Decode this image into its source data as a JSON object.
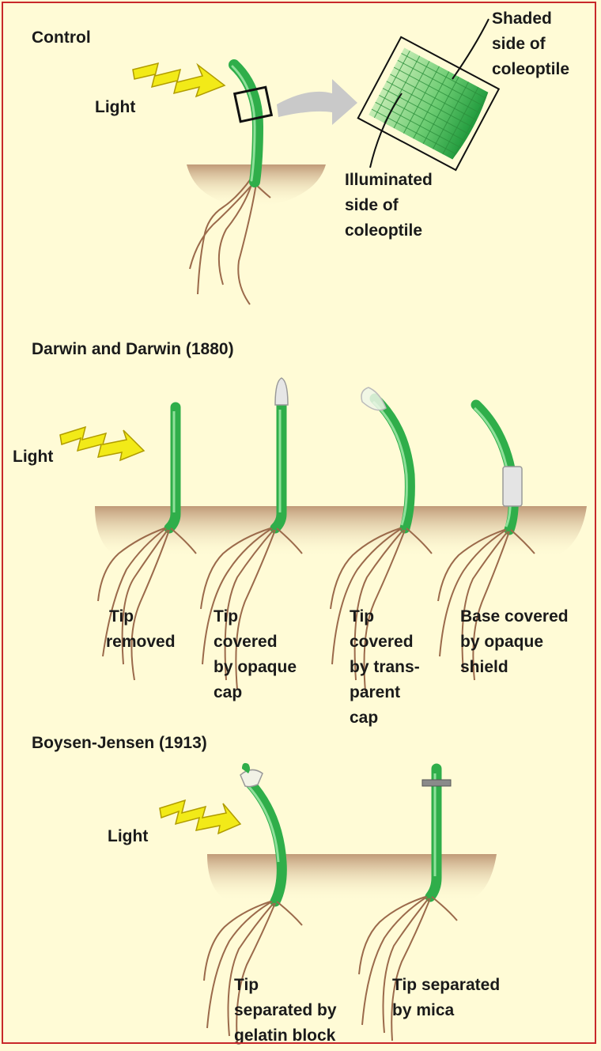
{
  "sections": {
    "control": {
      "title": "Control",
      "light": "Light",
      "shaded": [
        "Shaded",
        "side of",
        "coleoptile"
      ],
      "illuminated": [
        "Illuminated",
        "side of",
        "coleoptile"
      ]
    },
    "darwin": {
      "title": "Darwin and Darwin (1880)",
      "light": "Light",
      "captions": [
        [
          "Tip",
          "removed"
        ],
        [
          "Tip",
          "covered",
          "by opaque",
          "cap"
        ],
        [
          "Tip",
          "covered",
          "by trans-",
          "parent",
          "cap"
        ],
        [
          "Base covered",
          "by opaque",
          "shield"
        ]
      ]
    },
    "boysen": {
      "title": "Boysen-Jensen (1913)",
      "light": "Light",
      "captions": [
        [
          "Tip",
          "separated by",
          "gelatin block"
        ],
        [
          "Tip separated",
          "by mica"
        ]
      ]
    }
  },
  "colors": {
    "background": "#fffbd6",
    "border": "#c8282a",
    "soil": "#c8a482",
    "stem": "#2fae4a",
    "stem_highlight": "#8fe09a",
    "root": "#9b6a4b",
    "bolt": "#f2ea18",
    "arrow": "#c9c9c9"
  }
}
